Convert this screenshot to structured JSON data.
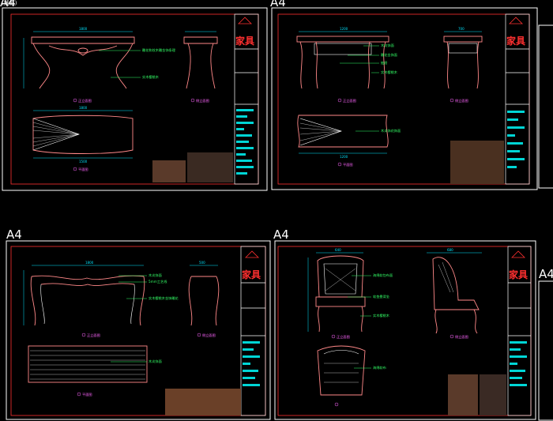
{
  "window_tab_label": "(线框)",
  "sheets": [
    {
      "id": "sheet-1",
      "label": "A4",
      "brand": "家具",
      "views": [
        "正立面图",
        "侧立面图",
        "平面图"
      ],
      "dims": [
        "1800",
        "1800",
        "1500"
      ],
      "annotations": [
        "雕花和纹木雕金饰条理",
        "实木樱桃木"
      ]
    },
    {
      "id": "sheet-2",
      "label": "A4",
      "brand": "家具",
      "views": [
        "正立面图",
        "侧立面图",
        "平面图"
      ],
      "dims": [
        "1200",
        "700",
        "1200"
      ],
      "annotations": [
        "木炎饰面",
        "雕花金饰面",
        "抽屉",
        "实木樱桃木",
        "木炎饰花饰面"
      ]
    },
    {
      "id": "sheet-3",
      "label": "A4",
      "brand": "家具",
      "views": [
        "正立面图",
        "侧立面图",
        "平面图"
      ],
      "dims": [
        "1800",
        "500"
      ],
      "annotations": [
        "木炎饰面",
        "5mm工艺线",
        "实木樱桃木金饰雕花",
        "木炎饰面"
      ]
    },
    {
      "id": "sheet-4",
      "label": "A4",
      "brand": "家具",
      "views": [
        "正立面图",
        "侧立面图"
      ],
      "dims": [
        "640",
        "680"
      ],
      "annotations": [
        "海绵软包布面",
        "软垫靠背坐",
        "实木樱桃木",
        "海绵软布"
      ]
    }
  ],
  "partial_sheet_label": "A4"
}
